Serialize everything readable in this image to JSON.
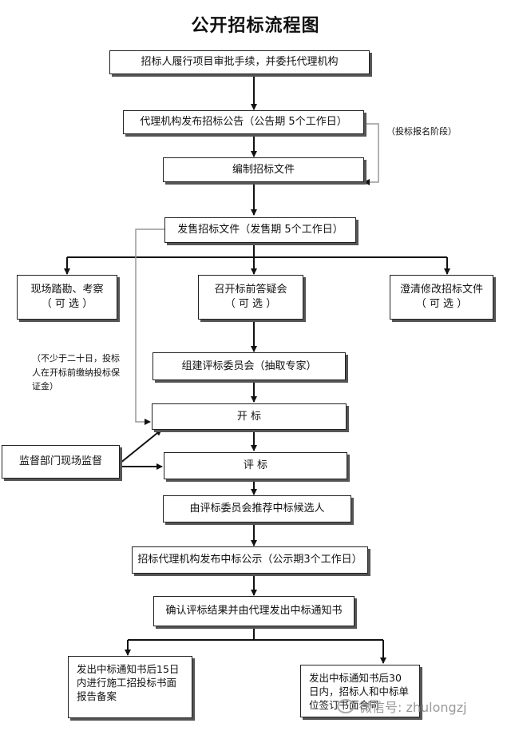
{
  "title": "公开招标流程图",
  "steps": {
    "s1": "招标人履行项目审批手续，并委托代理机构",
    "s2": "代理机构发布招标公告（公告期 5个工作日）",
    "s3": "编制招标文件",
    "s4": "发售招标文件（发售期 5个工作日）",
    "b1_line1": "现场踏勘、考察",
    "b1_line2": "（ 可  选 ）",
    "b2_line1": "召开标前答疑会",
    "b2_line2": "（ 可  选 ）",
    "b3_line1": "澄清修改招标文件",
    "b3_line2": "（ 可  选 ）",
    "s5": "组建评标委员会（抽取专家）",
    "s6": "开    标",
    "s7": "评    标",
    "s8": "由评标委员会推荐中标候选人",
    "s9": "招标代理机构发布中标公示（公示期3个工作日）",
    "s10": "确认评标结果并由代理发出中标通知书",
    "f1": "发出中标通知书后15日内进行施工招投标书面报告备案",
    "f2": "发出中标通知书后30日内，招标人和中标单位签订书面合同"
  },
  "notes": {
    "phase": "（投标报名阶段）",
    "deposit": "（不少于二十日，投标人在开标前缴纳投标保证金）",
    "supervision": "监督部门现场监督"
  },
  "watermark": "微信号: zhulongzj"
}
